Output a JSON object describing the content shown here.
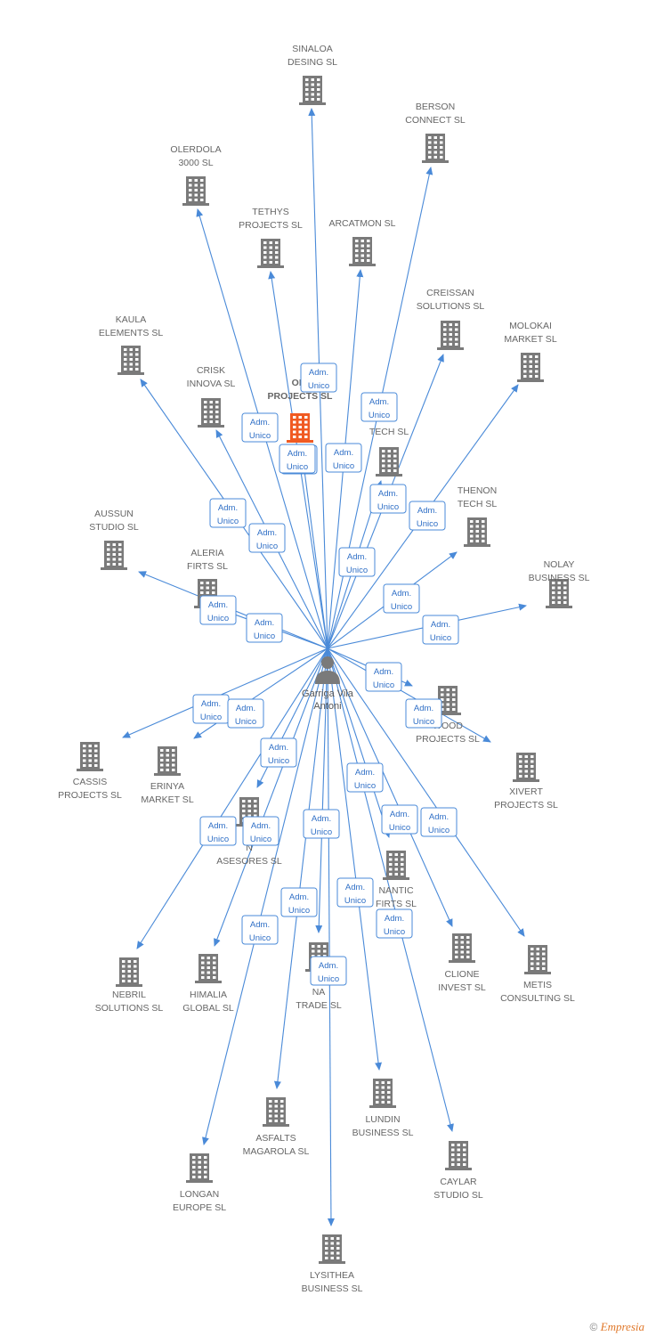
{
  "colors": {
    "edge": "#4a8ad8",
    "building": "#7a7a7a",
    "building_highlight": "#f05a22",
    "label_box_stroke": "#4a8ad8",
    "label_box_fill": "#ffffff",
    "text": "#666666"
  },
  "center": {
    "name": [
      "Garriga Vila",
      "Antoni"
    ],
    "icon": "person-icon"
  },
  "edge_label": [
    "Adm.",
    "Unico"
  ],
  "footer": {
    "copyright": "©",
    "brand": "Empresia"
  },
  "companies": [
    {
      "lines": [
        "SINALOA",
        "DESING SL"
      ]
    },
    {
      "lines": [
        "BERSON",
        "CONNECT  SL"
      ]
    },
    {
      "lines": [
        "OLERDOLA",
        "3000  SL"
      ]
    },
    {
      "lines": [
        "TETHYS",
        "PROJECTS  SL"
      ]
    },
    {
      "lines": [
        "ARCATMON SL"
      ]
    },
    {
      "lines": [
        "CREISSAN",
        "SOLUTIONS  SL"
      ]
    },
    {
      "lines": [
        "MOLOKAI",
        "MARKET  SL"
      ]
    },
    {
      "lines": [
        "KAULA",
        "ELEMENTS  SL"
      ]
    },
    {
      "lines": [
        "CRISK",
        "INNOVA SL"
      ]
    },
    {
      "lines": [
        "OBI",
        "PROJECTS  SL"
      ],
      "highlight": true
    },
    {
      "lines": [
        "N",
        "TECH  SL"
      ]
    },
    {
      "lines": [
        "THENON",
        "TECH  SL"
      ]
    },
    {
      "lines": [
        "AUSSUN",
        "STUDIO  SL"
      ]
    },
    {
      "lines": [
        "ALERIA",
        "FIRTS  SL"
      ]
    },
    {
      "lines": [
        "NOLAY",
        "BUSINESS  SL"
      ]
    },
    {
      "lines": [
        "WOOD",
        "PROJECTS SL"
      ]
    },
    {
      "lines": [
        "XIVERT",
        "PROJECTS  SL"
      ]
    },
    {
      "lines": [
        "CASSIS",
        "PROJECTS  SL"
      ]
    },
    {
      "lines": [
        "ERINYA",
        "MARKET SL"
      ]
    },
    {
      "lines": [
        "N",
        "ASESORES  SL"
      ]
    },
    {
      "lines": [
        "NANTIC",
        "FIRTS  SL"
      ]
    },
    {
      "lines": [
        "NEBRIL",
        "SOLUTIONS  SL"
      ]
    },
    {
      "lines": [
        "HIMALIA",
        "GLOBAL  SL"
      ]
    },
    {
      "lines": [
        "NA",
        "TRADE  SL"
      ]
    },
    {
      "lines": [
        "CLIONE",
        "INVEST  SL"
      ]
    },
    {
      "lines": [
        "METIS",
        "CONSULTING SL"
      ]
    },
    {
      "lines": [
        "ASFALTS",
        "MAGAROLA  SL"
      ]
    },
    {
      "lines": [
        "LUNDIN",
        "BUSINESS  SL"
      ]
    },
    {
      "lines": [
        "CAYLAR",
        "STUDIO  SL"
      ]
    },
    {
      "lines": [
        "LONGAN",
        "EUROPE  SL"
      ]
    },
    {
      "lines": [
        "LYSITHEA",
        "BUSINESS  SL"
      ]
    }
  ]
}
